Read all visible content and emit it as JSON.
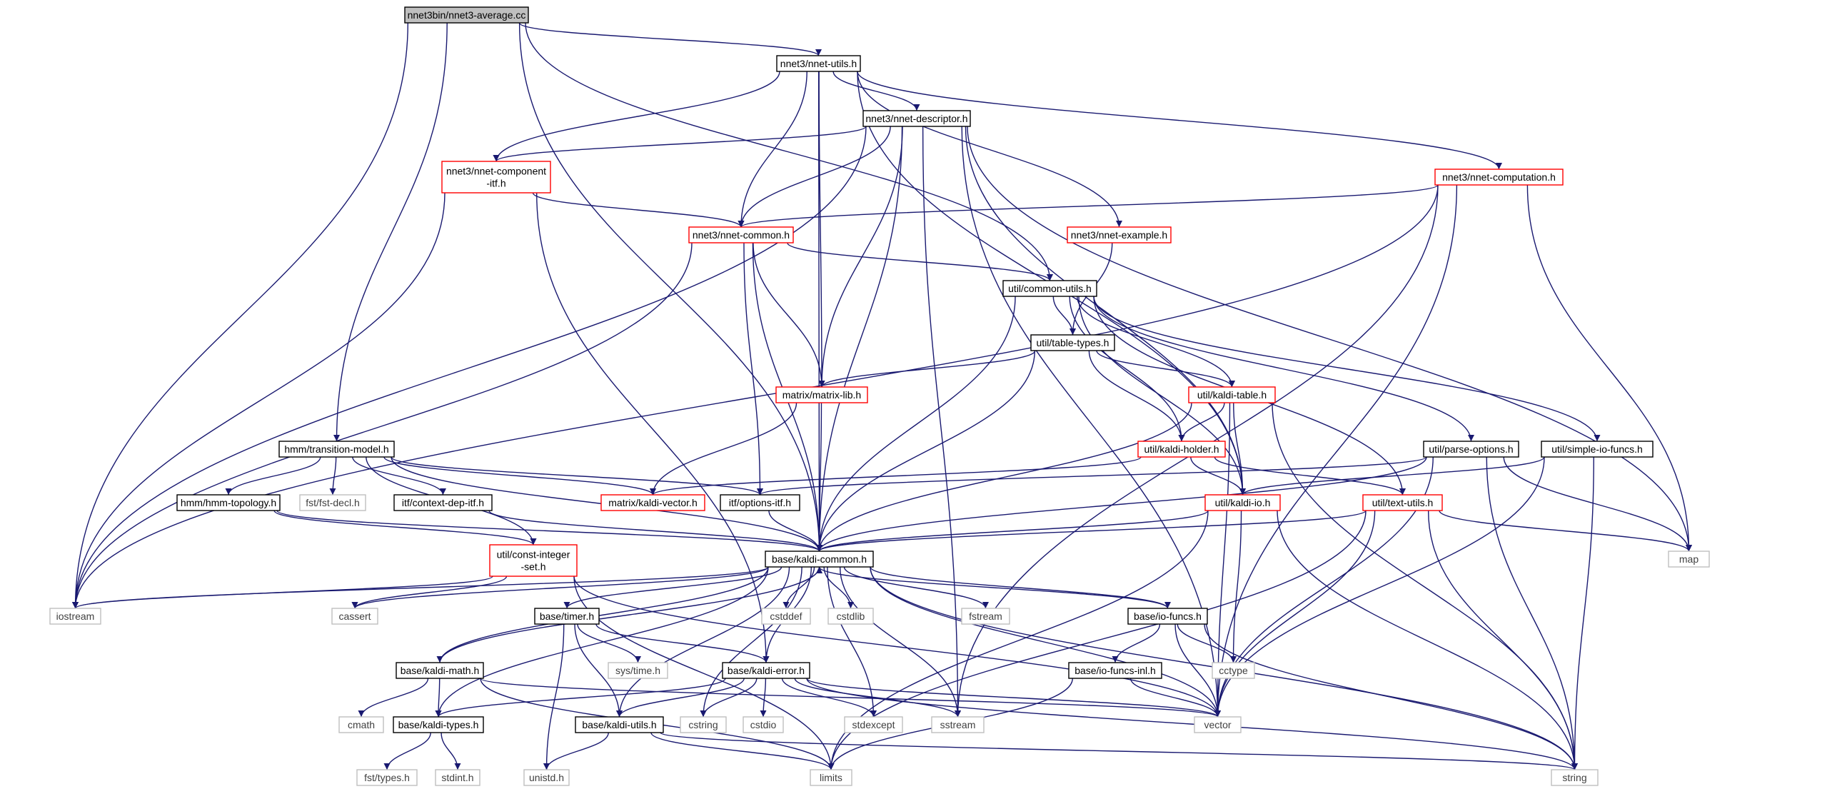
{
  "colors": {
    "edge": "#191970",
    "root_fill": "#bfbfbf",
    "black_border": "#000000",
    "red_border": "#ff0000",
    "gray_border": "#bfbfbf",
    "gray_text": "#404040"
  },
  "nodes": [
    {
      "id": "root",
      "lines": [
        "nnet3bin/nnet3-average.cc"
      ],
      "style": "root"
    },
    {
      "id": "nnet_utils",
      "lines": [
        "nnet3/nnet-utils.h"
      ],
      "style": "black"
    },
    {
      "id": "nnet_descriptor",
      "lines": [
        "nnet3/nnet-descriptor.h"
      ],
      "style": "black"
    },
    {
      "id": "nnet_component_itf",
      "lines": [
        "nnet3/nnet-component",
        "-itf.h"
      ],
      "style": "red"
    },
    {
      "id": "nnet_computation",
      "lines": [
        "nnet3/nnet-computation.h"
      ],
      "style": "red"
    },
    {
      "id": "nnet_common",
      "lines": [
        "nnet3/nnet-common.h"
      ],
      "style": "red"
    },
    {
      "id": "nnet_example",
      "lines": [
        "nnet3/nnet-example.h"
      ],
      "style": "red"
    },
    {
      "id": "common_utils",
      "lines": [
        "util/common-utils.h"
      ],
      "style": "black"
    },
    {
      "id": "table_types",
      "lines": [
        "util/table-types.h"
      ],
      "style": "black"
    },
    {
      "id": "matrix_lib",
      "lines": [
        "matrix/matrix-lib.h"
      ],
      "style": "red"
    },
    {
      "id": "kaldi_table",
      "lines": [
        "util/kaldi-table.h"
      ],
      "style": "red"
    },
    {
      "id": "transition_model",
      "lines": [
        "hmm/transition-model.h"
      ],
      "style": "black"
    },
    {
      "id": "kaldi_holder",
      "lines": [
        "util/kaldi-holder.h"
      ],
      "style": "red"
    },
    {
      "id": "parse_options",
      "lines": [
        "util/parse-options.h"
      ],
      "style": "black"
    },
    {
      "id": "simple_io_funcs",
      "lines": [
        "util/simple-io-funcs.h"
      ],
      "style": "black"
    },
    {
      "id": "hmm_topology",
      "lines": [
        "hmm/hmm-topology.h"
      ],
      "style": "black"
    },
    {
      "id": "fst_decl",
      "lines": [
        "fst/fst-decl.h"
      ],
      "style": "gray"
    },
    {
      "id": "context_dep_itf",
      "lines": [
        "itf/context-dep-itf.h"
      ],
      "style": "black"
    },
    {
      "id": "kaldi_vector",
      "lines": [
        "matrix/kaldi-vector.h"
      ],
      "style": "red"
    },
    {
      "id": "options_itf",
      "lines": [
        "itf/options-itf.h"
      ],
      "style": "black"
    },
    {
      "id": "kaldi_io",
      "lines": [
        "util/kaldi-io.h"
      ],
      "style": "red"
    },
    {
      "id": "text_utils",
      "lines": [
        "util/text-utils.h"
      ],
      "style": "red"
    },
    {
      "id": "const_integer_set",
      "lines": [
        "util/const-integer",
        "-set.h"
      ],
      "style": "red"
    },
    {
      "id": "kaldi_common",
      "lines": [
        "base/kaldi-common.h"
      ],
      "style": "black"
    },
    {
      "id": "map",
      "lines": [
        "map"
      ],
      "style": "gray"
    },
    {
      "id": "iostream",
      "lines": [
        "iostream"
      ],
      "style": "gray"
    },
    {
      "id": "cassert",
      "lines": [
        "cassert"
      ],
      "style": "gray"
    },
    {
      "id": "timer",
      "lines": [
        "base/timer.h"
      ],
      "style": "black"
    },
    {
      "id": "cstddef",
      "lines": [
        "cstddef"
      ],
      "style": "gray"
    },
    {
      "id": "cstdlib",
      "lines": [
        "cstdlib"
      ],
      "style": "gray"
    },
    {
      "id": "fstream",
      "lines": [
        "fstream"
      ],
      "style": "gray"
    },
    {
      "id": "io_funcs",
      "lines": [
        "base/io-funcs.h"
      ],
      "style": "black"
    },
    {
      "id": "sys_time",
      "lines": [
        "sys/time.h"
      ],
      "style": "gray"
    },
    {
      "id": "kaldi_math",
      "lines": [
        "base/kaldi-math.h"
      ],
      "style": "black"
    },
    {
      "id": "kaldi_error",
      "lines": [
        "base/kaldi-error.h"
      ],
      "style": "black"
    },
    {
      "id": "io_funcs_inl",
      "lines": [
        "base/io-funcs-inl.h"
      ],
      "style": "black"
    },
    {
      "id": "cctype",
      "lines": [
        "cctype"
      ],
      "style": "gray"
    },
    {
      "id": "cmath",
      "lines": [
        "cmath"
      ],
      "style": "gray"
    },
    {
      "id": "kaldi_types",
      "lines": [
        "base/kaldi-types.h"
      ],
      "style": "black"
    },
    {
      "id": "kaldi_utils",
      "lines": [
        "base/kaldi-utils.h"
      ],
      "style": "black"
    },
    {
      "id": "cstring",
      "lines": [
        "cstring"
      ],
      "style": "gray"
    },
    {
      "id": "cstdio",
      "lines": [
        "cstdio"
      ],
      "style": "gray"
    },
    {
      "id": "stdexcept",
      "lines": [
        "stdexcept"
      ],
      "style": "gray"
    },
    {
      "id": "sstream",
      "lines": [
        "sstream"
      ],
      "style": "gray"
    },
    {
      "id": "vector",
      "lines": [
        "vector"
      ],
      "style": "gray"
    },
    {
      "id": "fst_types",
      "lines": [
        "fst/types.h"
      ],
      "style": "gray"
    },
    {
      "id": "stdint",
      "lines": [
        "stdint.h"
      ],
      "style": "gray"
    },
    {
      "id": "unistd",
      "lines": [
        "unistd.h"
      ],
      "style": "gray"
    },
    {
      "id": "limits",
      "lines": [
        "limits"
      ],
      "style": "gray"
    },
    {
      "id": "string",
      "lines": [
        "string"
      ],
      "style": "gray"
    }
  ],
  "edges": [
    [
      "root",
      "nnet_utils"
    ],
    [
      "root",
      "transition_model"
    ],
    [
      "root",
      "kaldi_common"
    ],
    [
      "root",
      "iostream"
    ],
    [
      "root",
      "common_utils"
    ],
    [
      "nnet_utils",
      "nnet_descriptor"
    ],
    [
      "nnet_utils",
      "nnet_component_itf"
    ],
    [
      "nnet_utils",
      "nnet_common"
    ],
    [
      "nnet_utils",
      "matrix_lib"
    ],
    [
      "nnet_utils",
      "nnet_example"
    ],
    [
      "nnet_utils",
      "nnet_computation"
    ],
    [
      "nnet_utils",
      "kaldi_io"
    ],
    [
      "nnet_utils",
      "kaldi_common"
    ],
    [
      "nnet_descriptor",
      "nnet_component_itf"
    ],
    [
      "nnet_descriptor",
      "nnet_common"
    ],
    [
      "nnet_descriptor",
      "matrix_lib"
    ],
    [
      "nnet_descriptor",
      "kaldi_common"
    ],
    [
      "nnet_descriptor",
      "sstream"
    ],
    [
      "nnet_descriptor",
      "kaldi_io"
    ],
    [
      "nnet_descriptor",
      "vector"
    ],
    [
      "nnet_descriptor",
      "map"
    ],
    [
      "nnet_descriptor",
      "iostream"
    ],
    [
      "nnet_component_itf",
      "nnet_common"
    ],
    [
      "nnet_component_itf",
      "iostream"
    ],
    [
      "nnet_component_itf",
      "kaldi_error"
    ],
    [
      "nnet_computation",
      "nnet_common"
    ],
    [
      "nnet_computation",
      "iostream"
    ],
    [
      "nnet_computation",
      "sstream"
    ],
    [
      "nnet_computation",
      "vector"
    ],
    [
      "nnet_computation",
      "map"
    ],
    [
      "nnet_common",
      "common_utils"
    ],
    [
      "nnet_common",
      "matrix_lib"
    ],
    [
      "nnet_common",
      "options_itf"
    ],
    [
      "nnet_common",
      "kaldi_common"
    ],
    [
      "nnet_common",
      "iostream"
    ],
    [
      "nnet_example",
      "table_types"
    ],
    [
      "common_utils",
      "table_types"
    ],
    [
      "common_utils",
      "kaldi_table"
    ],
    [
      "common_utils",
      "kaldi_holder"
    ],
    [
      "common_utils",
      "kaldi_io"
    ],
    [
      "common_utils",
      "parse_options"
    ],
    [
      "common_utils",
      "simple_io_funcs"
    ],
    [
      "common_utils",
      "text_utils"
    ],
    [
      "common_utils",
      "kaldi_common"
    ],
    [
      "table_types",
      "matrix_lib"
    ],
    [
      "table_types",
      "kaldi_table"
    ],
    [
      "table_types",
      "kaldi_holder"
    ],
    [
      "table_types",
      "kaldi_common"
    ],
    [
      "matrix_lib",
      "kaldi_vector"
    ],
    [
      "matrix_lib",
      "kaldi_common"
    ],
    [
      "kaldi_table",
      "kaldi_holder"
    ],
    [
      "kaldi_table",
      "kaldi_io"
    ],
    [
      "kaldi_table",
      "kaldi_common"
    ],
    [
      "kaldi_table",
      "vector"
    ],
    [
      "kaldi_table",
      "string"
    ],
    [
      "kaldi_holder",
      "kaldi_io"
    ],
    [
      "kaldi_holder",
      "text_utils"
    ],
    [
      "kaldi_holder",
      "kaldi_vector"
    ],
    [
      "parse_options",
      "options_itf"
    ],
    [
      "parse_options",
      "kaldi_common"
    ],
    [
      "parse_options",
      "map"
    ],
    [
      "parse_options",
      "vector"
    ],
    [
      "parse_options",
      "string"
    ],
    [
      "simple_io_funcs",
      "kaldi_io"
    ],
    [
      "simple_io_funcs",
      "vector"
    ],
    [
      "simple_io_funcs",
      "string"
    ],
    [
      "transition_model",
      "hmm_topology"
    ],
    [
      "transition_model",
      "fst_decl"
    ],
    [
      "transition_model",
      "context_dep_itf"
    ],
    [
      "transition_model",
      "kaldi_vector"
    ],
    [
      "transition_model",
      "options_itf"
    ],
    [
      "transition_model",
      "const_integer_set"
    ],
    [
      "transition_model",
      "kaldi_common"
    ],
    [
      "hmm_topology",
      "kaldi_common"
    ],
    [
      "hmm_topology",
      "const_integer_set"
    ],
    [
      "context_dep_itf",
      "kaldi_common"
    ],
    [
      "options_itf",
      "kaldi_common"
    ],
    [
      "kaldi_io",
      "kaldi_common"
    ],
    [
      "kaldi_io",
      "cctype"
    ],
    [
      "kaldi_io",
      "limits"
    ],
    [
      "kaldi_io",
      "string"
    ],
    [
      "text_utils",
      "kaldi_common"
    ],
    [
      "text_utils",
      "map"
    ],
    [
      "text_utils",
      "vector"
    ],
    [
      "text_utils",
      "limits"
    ],
    [
      "text_utils",
      "string"
    ],
    [
      "const_integer_set",
      "cassert"
    ],
    [
      "const_integer_set",
      "vector"
    ],
    [
      "const_integer_set",
      "limits"
    ],
    [
      "const_integer_set",
      "iostream"
    ],
    [
      "kaldi_common",
      "iostream"
    ],
    [
      "kaldi_common",
      "cassert"
    ],
    [
      "kaldi_common",
      "timer"
    ],
    [
      "kaldi_common",
      "cstddef"
    ],
    [
      "kaldi_common",
      "cstdlib"
    ],
    [
      "kaldi_common",
      "fstream"
    ],
    [
      "kaldi_common",
      "io_funcs"
    ],
    [
      "kaldi_common",
      "kaldi_math"
    ],
    [
      "kaldi_common",
      "kaldi_error"
    ],
    [
      "kaldi_common",
      "kaldi_types"
    ],
    [
      "kaldi_common",
      "kaldi_utils"
    ],
    [
      "kaldi_common",
      "cstring"
    ],
    [
      "kaldi_common",
      "stdexcept"
    ],
    [
      "kaldi_common",
      "sstream"
    ],
    [
      "kaldi_common",
      "vector"
    ],
    [
      "kaldi_common",
      "string"
    ],
    [
      "timer",
      "sys_time"
    ],
    [
      "timer",
      "kaldi_error"
    ],
    [
      "timer",
      "kaldi_utils"
    ],
    [
      "timer",
      "unistd"
    ],
    [
      "io_funcs",
      "io_funcs_inl"
    ],
    [
      "io_funcs",
      "cctype"
    ],
    [
      "io_funcs",
      "vector"
    ],
    [
      "io_funcs",
      "string"
    ],
    [
      "io_funcs",
      "kaldi_common"
    ],
    [
      "io_funcs_inl",
      "vector"
    ],
    [
      "io_funcs_inl",
      "limits"
    ],
    [
      "kaldi_math",
      "cmath"
    ],
    [
      "kaldi_math",
      "kaldi_types"
    ],
    [
      "kaldi_math",
      "vector"
    ],
    [
      "kaldi_math",
      "limits"
    ],
    [
      "kaldi_math",
      "kaldi_common"
    ],
    [
      "kaldi_error",
      "kaldi_types"
    ],
    [
      "kaldi_error",
      "kaldi_utils"
    ],
    [
      "kaldi_error",
      "cstring"
    ],
    [
      "kaldi_error",
      "cstdio"
    ],
    [
      "kaldi_error",
      "stdexcept"
    ],
    [
      "kaldi_error",
      "sstream"
    ],
    [
      "kaldi_error",
      "vector"
    ],
    [
      "kaldi_error",
      "string"
    ],
    [
      "kaldi_types",
      "fst_types"
    ],
    [
      "kaldi_types",
      "stdint"
    ],
    [
      "kaldi_utils",
      "unistd"
    ],
    [
      "kaldi_utils",
      "limits"
    ],
    [
      "kaldi_utils",
      "string"
    ]
  ]
}
